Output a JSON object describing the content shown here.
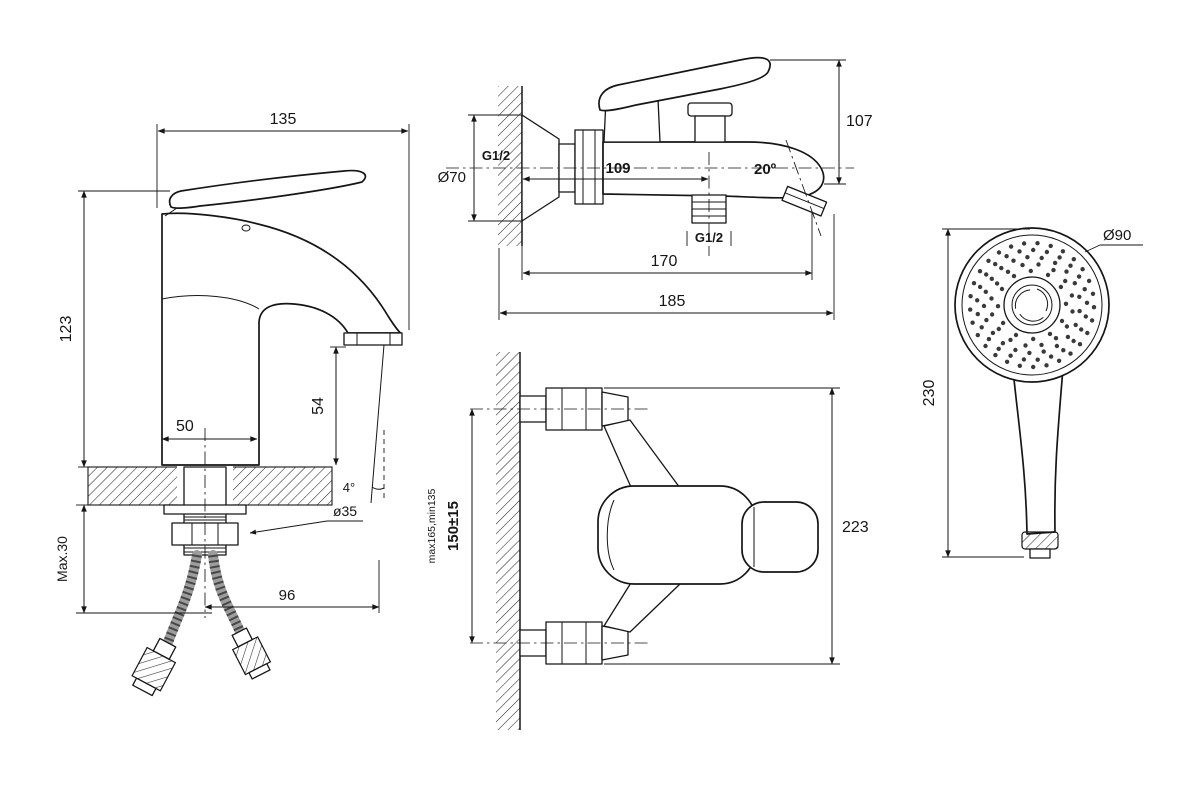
{
  "colors": {
    "ink": "#161616",
    "background": "#ffffff"
  },
  "basin_faucet": {
    "dim_width": "135",
    "dim_height": "123",
    "dim_spout_height": "54",
    "dim_base_width": "50",
    "dim_deck_max": "Max.30",
    "dim_hose_offset": "96",
    "dim_hole_diameter": "ø35",
    "dim_stream_angle": "4°"
  },
  "bath_mixer_side": {
    "dim_height": "107",
    "dim_flange_diameter": "Ø70",
    "dim_inlet_thread": "G1/2",
    "dim_spout_projection": "109",
    "dim_spout_angle": "20º",
    "dim_outlet_thread": "G1/2",
    "dim_length_inner": "170",
    "dim_length_total": "185"
  },
  "bath_mixer_front": {
    "dim_inlet_centers": "150±15",
    "dim_inlet_range": "max165,min135",
    "dim_height": "223"
  },
  "shower_head": {
    "dim_head_diameter": "Ø90",
    "dim_length": "230"
  }
}
